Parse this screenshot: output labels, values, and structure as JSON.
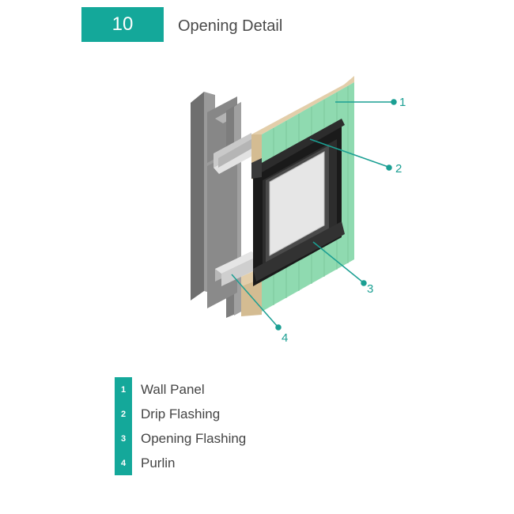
{
  "header": {
    "section_number": "10",
    "title": "Opening Detail"
  },
  "callouts": [
    "1",
    "2",
    "3",
    "4"
  ],
  "legend": [
    {
      "number": "1",
      "label": "Wall Panel"
    },
    {
      "number": "2",
      "label": "Drip Flashing"
    },
    {
      "number": "3",
      "label": "Opening Flashing"
    },
    {
      "number": "4",
      "label": "Purlin"
    }
  ],
  "colors": {
    "accent": "#14a89a",
    "panel": "#8fdab0",
    "insulation": "#ead8b5",
    "steel": "#8a8a8a",
    "window_frame": "#1e1e1e",
    "glass": "#e6e6e6"
  }
}
